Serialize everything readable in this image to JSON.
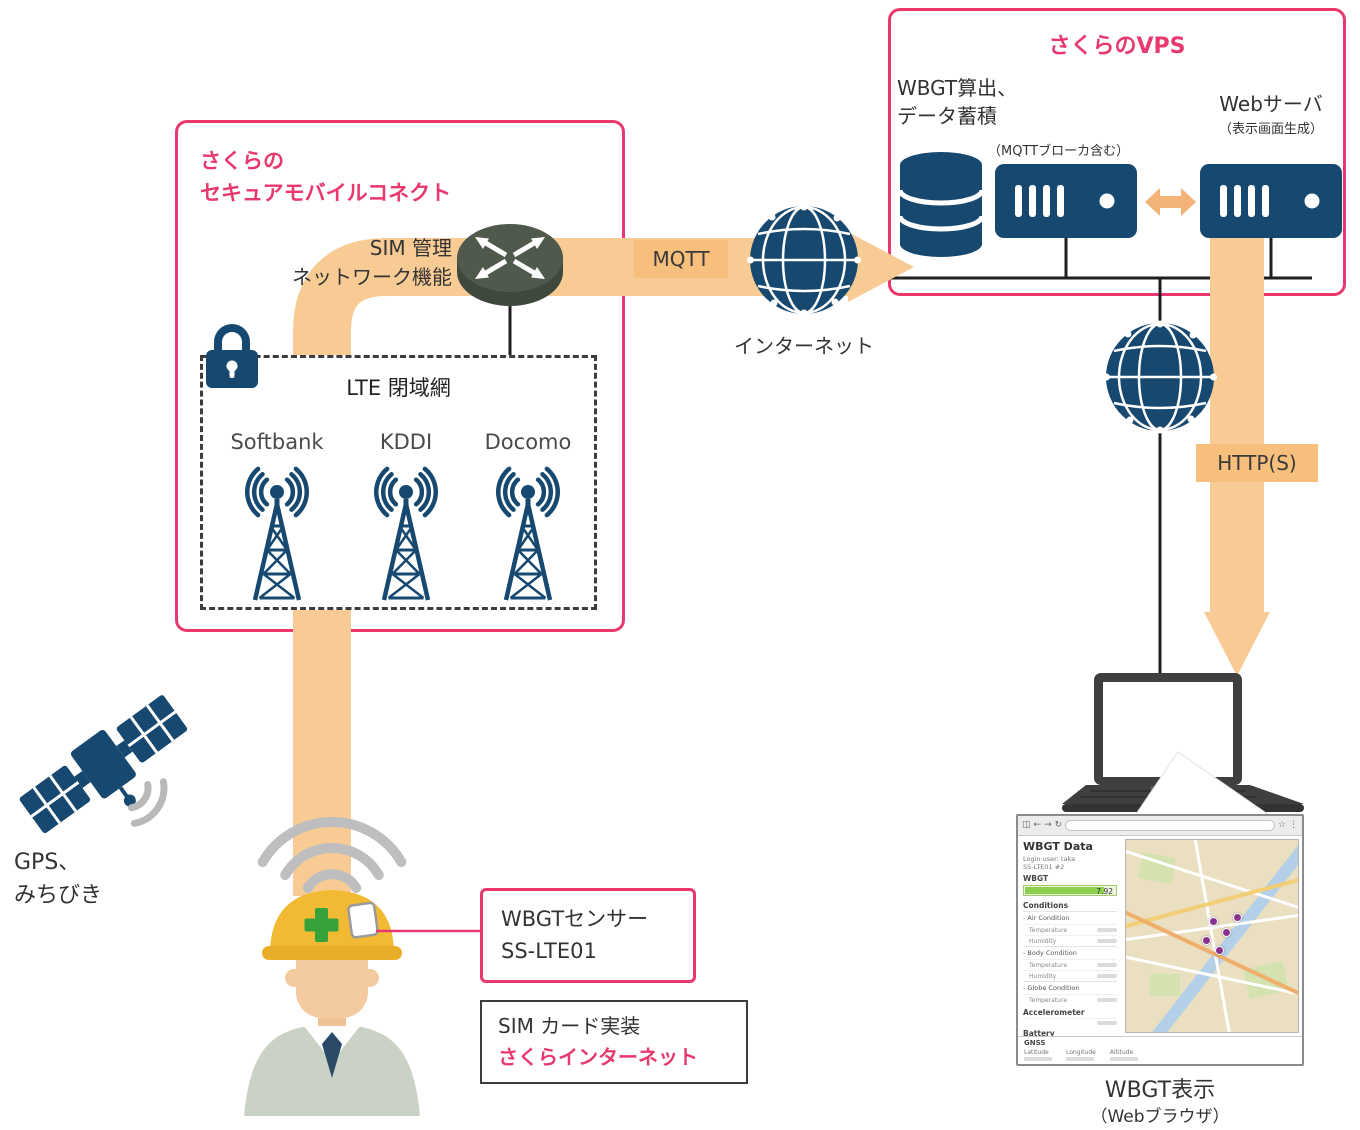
{
  "colors": {
    "pink": "#E8386D",
    "navy": "#164870",
    "orange_band": "#F8CB94",
    "orange_label": "#F6C07C",
    "router_green": "#4F594C"
  },
  "vps": {
    "title": "さくらのVPS",
    "calc_label": "WBGT算出、\nデータ蓄積",
    "broker_note": "（MQTTブローカ含む）",
    "web_server_label": "Webサーバ",
    "web_server_note": "（表示画面生成）"
  },
  "mobile": {
    "title": "さくらの\nセキュアモバイルコネクト",
    "sim_label": "SIM 管理\nネットワーク機能",
    "lte_label": "LTE 閉域網",
    "carriers": [
      "Softbank",
      "KDDI",
      "Docomo"
    ]
  },
  "flow": {
    "mqtt": "MQTT",
    "internet": "インターネット",
    "https": "HTTP(S)"
  },
  "device": {
    "gps_label": "GPS、\nみちびき",
    "sensor_callout": "WBGTセンサー\nSS-LTE01",
    "sim_line1": "SIM カード実装",
    "sim_line2": "さくらインターネット"
  },
  "display": {
    "caption": "WBGT表示",
    "caption_sub": "（Webブラウザ）"
  },
  "browser": {
    "page_title": "WBGT Data",
    "login_user": "Login user: taka",
    "device_name": "SS-LTE01 #2",
    "wbgt_label": "WBGT",
    "wbgt_value": "7.92",
    "conditions_title": "Conditions",
    "groups": [
      "- Air Condition",
      "- Body Condition",
      "- Globe Condition"
    ],
    "fields": [
      "Temperature",
      "Humidity"
    ],
    "accel_title": "Accelerometer",
    "battery_title": "Battery",
    "gnss_title": "GNSS",
    "gnss_cols": [
      "Latitude",
      "Longitude",
      "Altitude"
    ]
  }
}
